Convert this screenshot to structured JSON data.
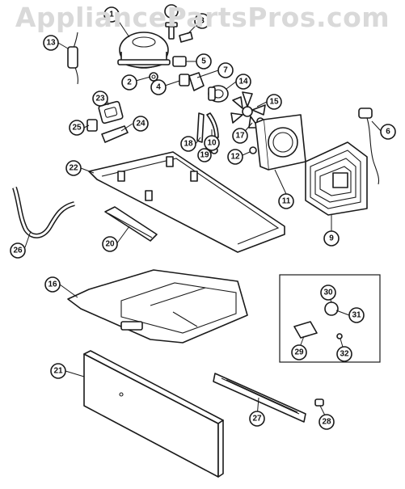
{
  "watermark": "AppliancePartsPros.com",
  "callouts": [
    "1",
    "2",
    "3",
    "4",
    "5",
    "6",
    "7",
    "8",
    "9",
    "10",
    "11",
    "12",
    "13",
    "14",
    "15",
    "16",
    "17",
    "18",
    "19",
    "20",
    "21",
    "22",
    "23",
    "24",
    "25",
    "26",
    "27",
    "28",
    "29",
    "30",
    "31",
    "32"
  ]
}
